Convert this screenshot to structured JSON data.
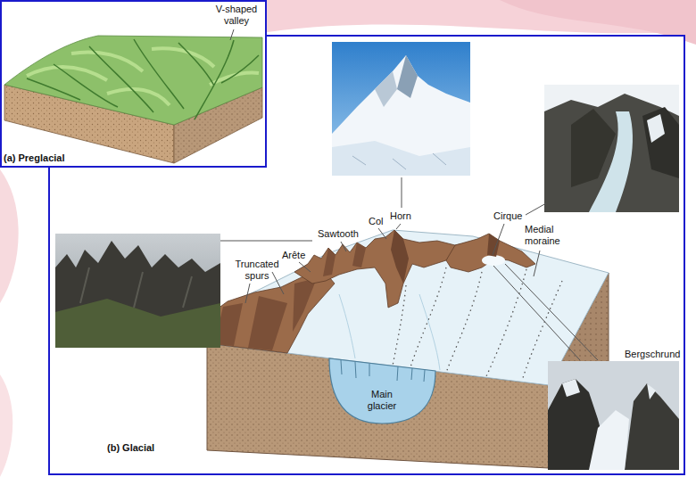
{
  "diagram": {
    "nodes": [
      {
        "text": [
          "(a) Preglacial"
        ]
      },
      {
        "text": [
          "(b) Glacial"
        ]
      },
      {
        "text": [
          "Main glacier"
        ],
        "in": 1
      }
    ],
    "labels": [
      "V-shaped valley",
      "Horn",
      "Col",
      "Sawtooth",
      "Cirque",
      "Medial moraine",
      "Arête",
      "Truncated spurs",
      "Bergschrund"
    ]
  }
}
